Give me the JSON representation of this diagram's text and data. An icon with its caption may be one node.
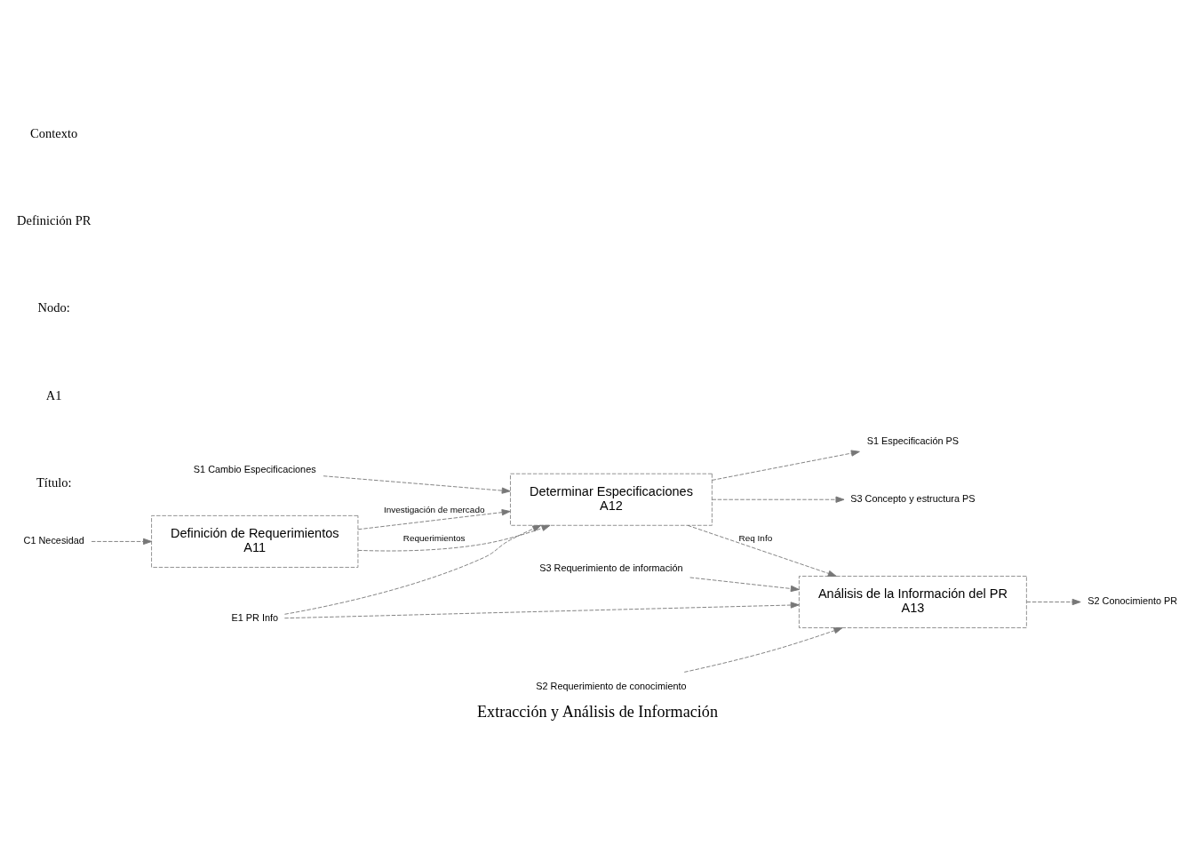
{
  "diagram": {
    "title": "Extracción y Análisis de Información",
    "nodes": [
      {
        "text": [
          "C1 Necesidad"
        ]
      },
      {
        "text": [
          "S1 Cambio Especificaciones"
        ]
      },
      {
        "text": [
          "S2 Requerimiento de conocimiento"
        ]
      },
      {
        "text": [
          "S3 Requerimiento de información"
        ]
      },
      {
        "text": [
          "Definición de Requerimientos",
          "A11"
        ]
      },
      {
        "text": [
          "Determinar Especificaciones",
          "A12"
        ]
      },
      {
        "text": [
          "E1 PR Info"
        ]
      },
      {
        "text": [
          "Análisis de la Información del PR",
          "A13"
        ]
      },
      {
        "text": [
          "S1 Especificación PS"
        ]
      },
      {
        "text": [
          "S3 Concepto y estructura PS"
        ]
      },
      {
        "text": [
          "S2 Conocimiento PR"
        ]
      }
    ],
    "edges": [
      {
        "from": 0,
        "to": 4,
        "arrow": "to"
      },
      {
        "from": 4,
        "to": 5,
        "arrow": "to",
        "label": "Requerimientos"
      },
      {
        "from": 1,
        "to": 5,
        "arrow": "to"
      },
      {
        "from": 4,
        "to": 5,
        "arrow": "to",
        "label": "Investigación de mercado"
      },
      {
        "from": 6,
        "to": 5,
        "arrow": "to"
      },
      {
        "from": 5,
        "to": 8,
        "arrow": "to"
      },
      {
        "from": 5,
        "to": 9,
        "arrow": "to"
      },
      {
        "from": 5,
        "to": 7,
        "arrow": "to",
        "label": "Req Info"
      },
      {
        "from": 2,
        "to": 7,
        "arrow": "to"
      },
      {
        "from": 3,
        "to": 7,
        "arrow": "to"
      },
      {
        "from": 6,
        "to": 7,
        "arrow": "to"
      },
      {
        "from": 7,
        "to": 10,
        "arrow": "to"
      }
    ],
    "labels": [
      "Contexto",
      "Definición PR",
      "Nodo:",
      "A1",
      "Título:"
    ]
  }
}
